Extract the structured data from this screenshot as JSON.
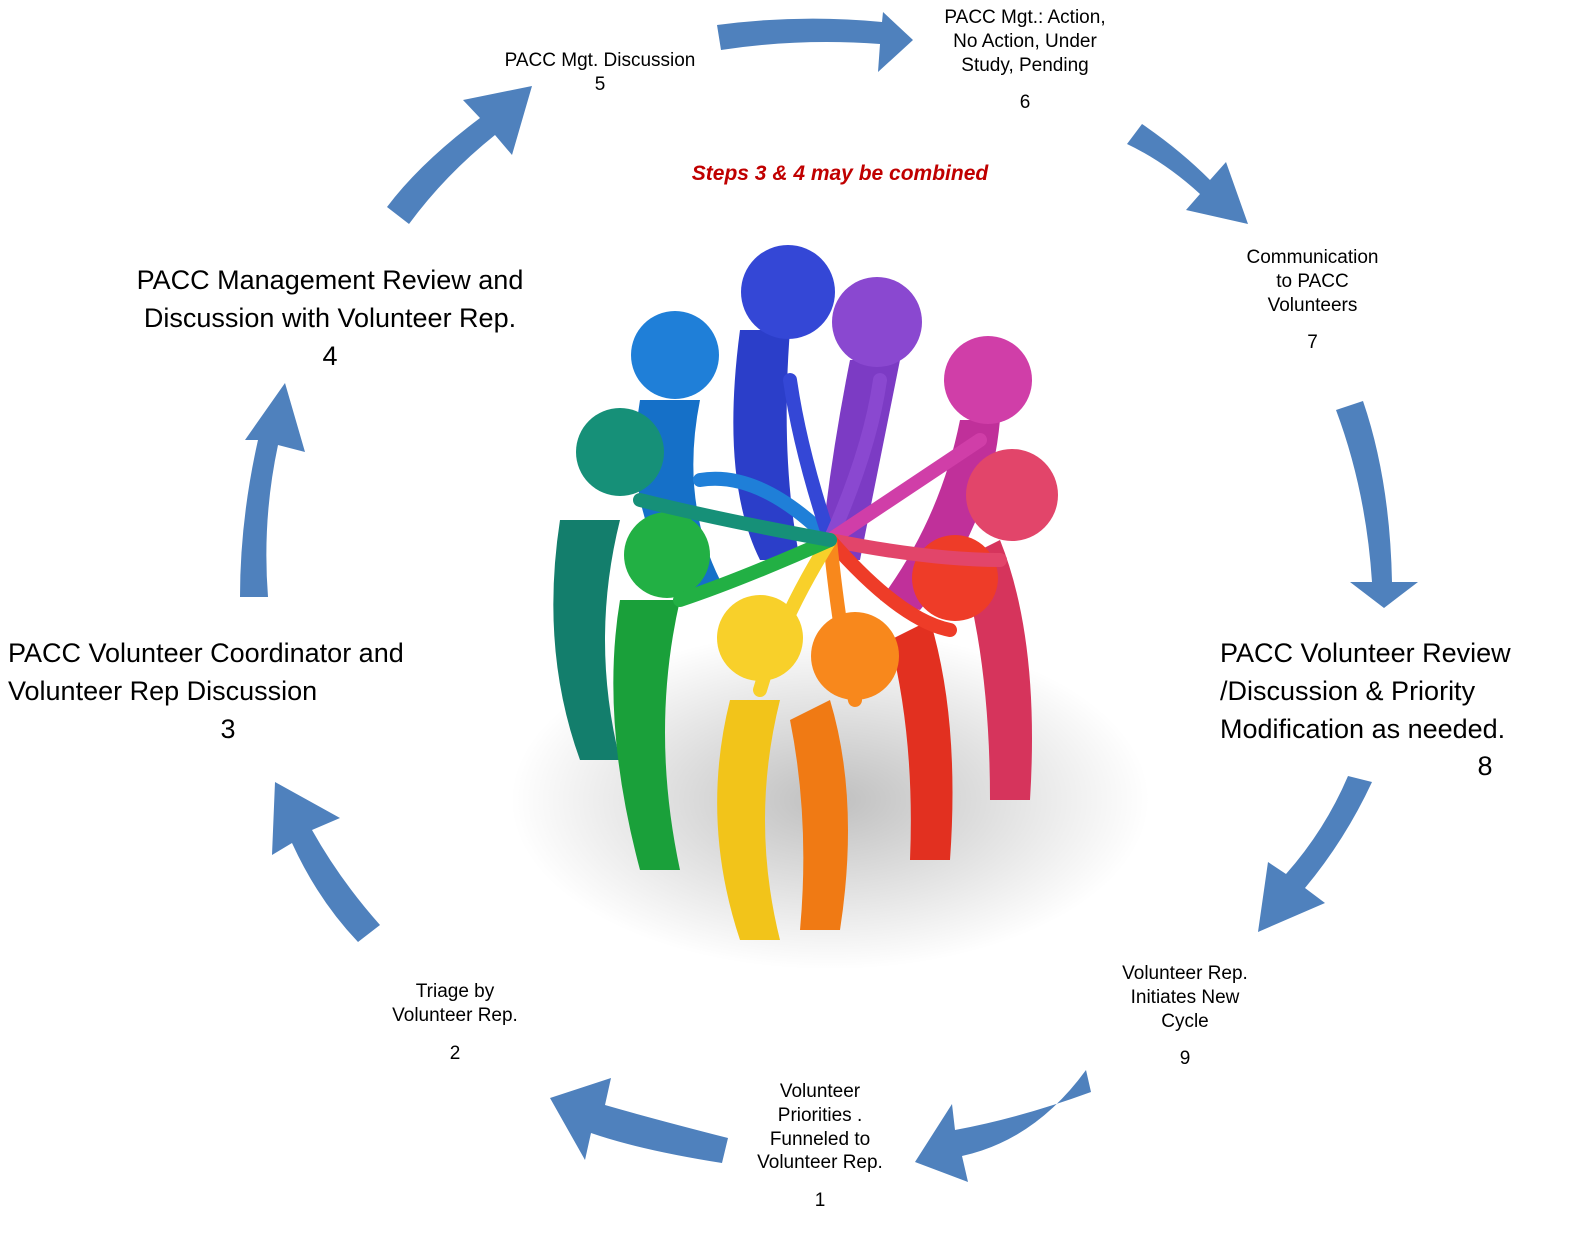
{
  "note": "Steps 3 & 4 may be combined",
  "colors": {
    "arrow": "#4f81bd",
    "note": "#c00000"
  },
  "illustration": {
    "name": "people-circle-illustration"
  },
  "steps": [
    {
      "number": "1",
      "label": "Volunteer\nPriorities .\nFunneled to\nVolunteer Rep."
    },
    {
      "number": "2",
      "label": "Triage by\nVolunteer Rep."
    },
    {
      "number": "3",
      "label": "PACC Volunteer Coordinator and\nVolunteer Rep Discussion"
    },
    {
      "number": "4",
      "label": "PACC Management Review and\nDiscussion with Volunteer Rep."
    },
    {
      "number": "5",
      "label": "PACC Mgt. Discussion"
    },
    {
      "number": "6",
      "label": "PACC Mgt.: Action,\nNo Action, Under\nStudy, Pending"
    },
    {
      "number": "7",
      "label": "Communication\nto PACC\nVolunteers"
    },
    {
      "number": "8",
      "label": "PACC Volunteer Review\n/Discussion & Priority\nModification as needed."
    },
    {
      "number": "9",
      "label": "Volunteer Rep.\nInitiates New\nCycle"
    }
  ]
}
